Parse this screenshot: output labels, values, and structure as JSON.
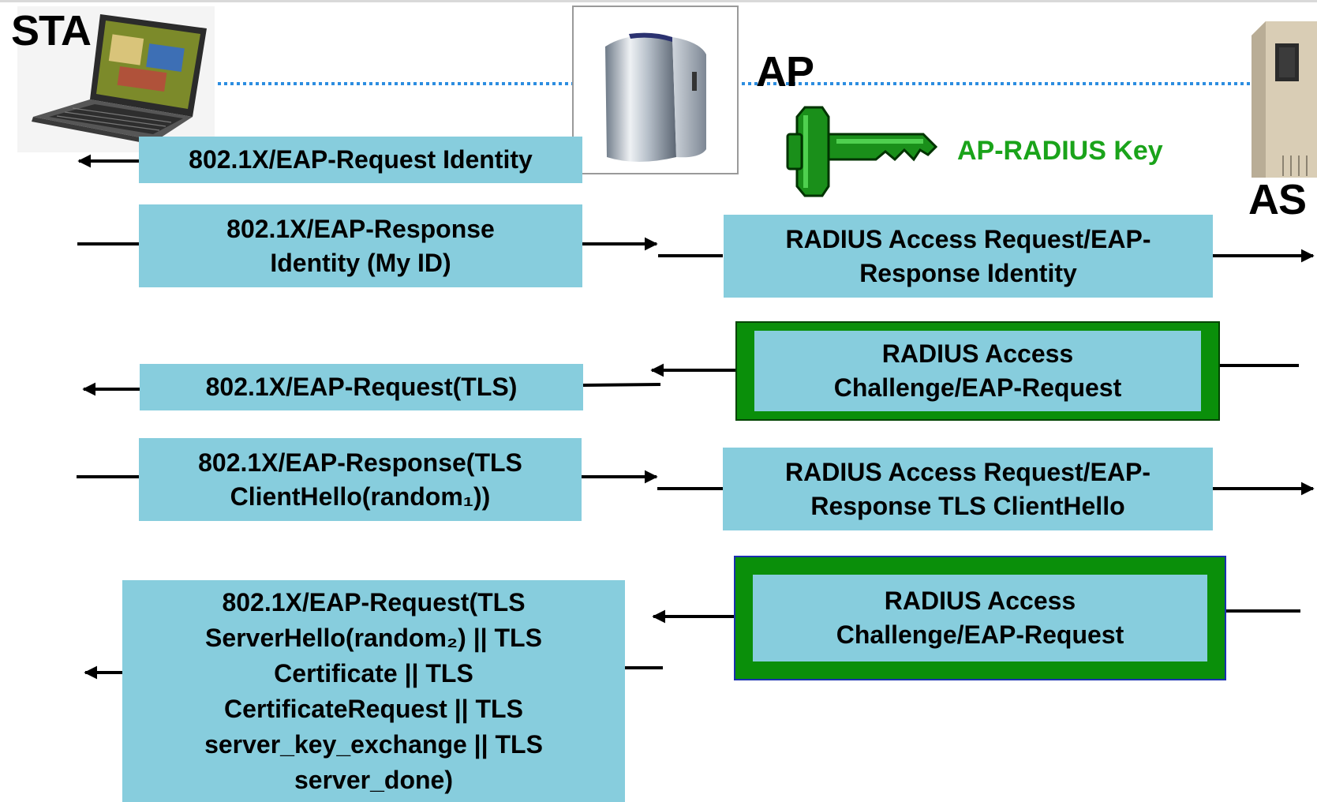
{
  "nodes": {
    "sta": "STA",
    "ap": "AP",
    "as": "AS"
  },
  "key_label": "AP-RADIUS Key",
  "messages": {
    "m1": [
      "802.1X/EAP-Request Identity"
    ],
    "m2": [
      "802.1X/EAP-Response",
      "Identity (My ID)"
    ],
    "m3": [
      "RADIUS Access Request/EAP-",
      "Response  Identity"
    ],
    "m4": [
      "RADIUS Access",
      "Challenge/EAP-Request"
    ],
    "m5": [
      "802.1X/EAP-Request(TLS)"
    ],
    "m6": [
      "802.1X/EAP-Response(TLS",
      "ClientHello(random₁))"
    ],
    "m7": [
      "RADIUS Access Request/EAP-",
      "Response  TLS ClientHello"
    ],
    "m8": [
      "RADIUS Access",
      "Challenge/EAP-Request"
    ],
    "m9": [
      "802.1X/EAP-Request(TLS",
      "ServerHello(random₂) || TLS",
      "Certificate || TLS",
      "CertificateRequest || TLS",
      "server_key_exchange || TLS",
      "server_done)"
    ]
  },
  "icons": {
    "station": "laptop-icon",
    "access_point": "access-point-icon",
    "auth_server": "server-icon",
    "key": "key-icon"
  },
  "colors": {
    "message_fill": "#87cddd",
    "highlight_border": "#0a8f0a",
    "key_green": "#1aa31a",
    "dotted_line": "#2c8de0"
  }
}
